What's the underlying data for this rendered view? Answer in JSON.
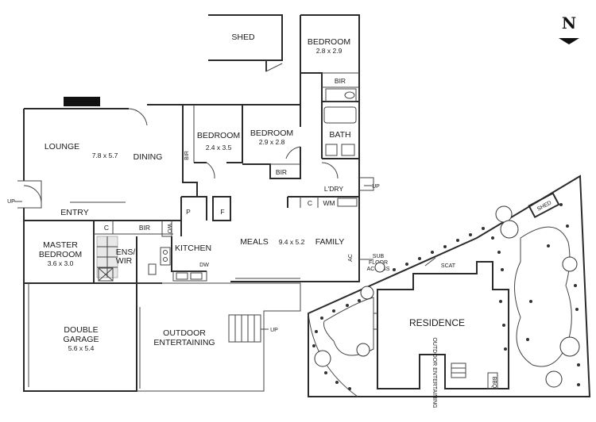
{
  "north": "N",
  "house": {
    "shed": "SHED",
    "bedroom_ne": {
      "name": "BEDROOM",
      "size": "2.8 x 2.9"
    },
    "bir_ne": "BIR",
    "lounge": {
      "name": "LOUNGE",
      "size": "7.8 x 5.7"
    },
    "dining": "DINING",
    "bir_vertical": "BIR",
    "bedroom_mid": {
      "name": "BEDROOM",
      "size": "2.4 x 3.5"
    },
    "bedroom_right": {
      "name": "BEDROOM",
      "size": "2.9 x 2.8"
    },
    "bir_right": "BIR",
    "bath": "BATH",
    "ldry": "L'DRY",
    "c_right": "C",
    "wm": "WM",
    "up_right": "UP",
    "up_left": "UP",
    "entry": "ENTRY",
    "p": "P",
    "f": "F",
    "c_left": "C",
    "bir_master": "BIR",
    "wo": "WO",
    "master": {
      "name1": "MASTER",
      "name2": "BEDROOM",
      "size": "3.6 x 3.0"
    },
    "ens": {
      "line1": "ENS/",
      "line2": "WIR"
    },
    "kitchen": "KITCHEN",
    "dw": "DW",
    "meals": "MEALS",
    "meals_size": "9.4 x 5.2",
    "family": "FAMILY",
    "ac": "AC",
    "subfloor": {
      "line1": "SUB",
      "line2": "FLOOR",
      "line3": "ACCESS"
    },
    "garage": {
      "name1": "DOUBLE",
      "name2": "GARAGE",
      "size": "5.6 x 5.4"
    },
    "outdoor": {
      "line1": "OUTDOOR",
      "line2": "ENTERTAINING"
    },
    "up_outdoor": "UP"
  },
  "site": {
    "shed": "SHED",
    "scat": "SCAT",
    "residence": "RESIDENCE",
    "outdoor_entertaining": "OUTDOOR ENTERTAINING",
    "bbq": "BBQ"
  }
}
